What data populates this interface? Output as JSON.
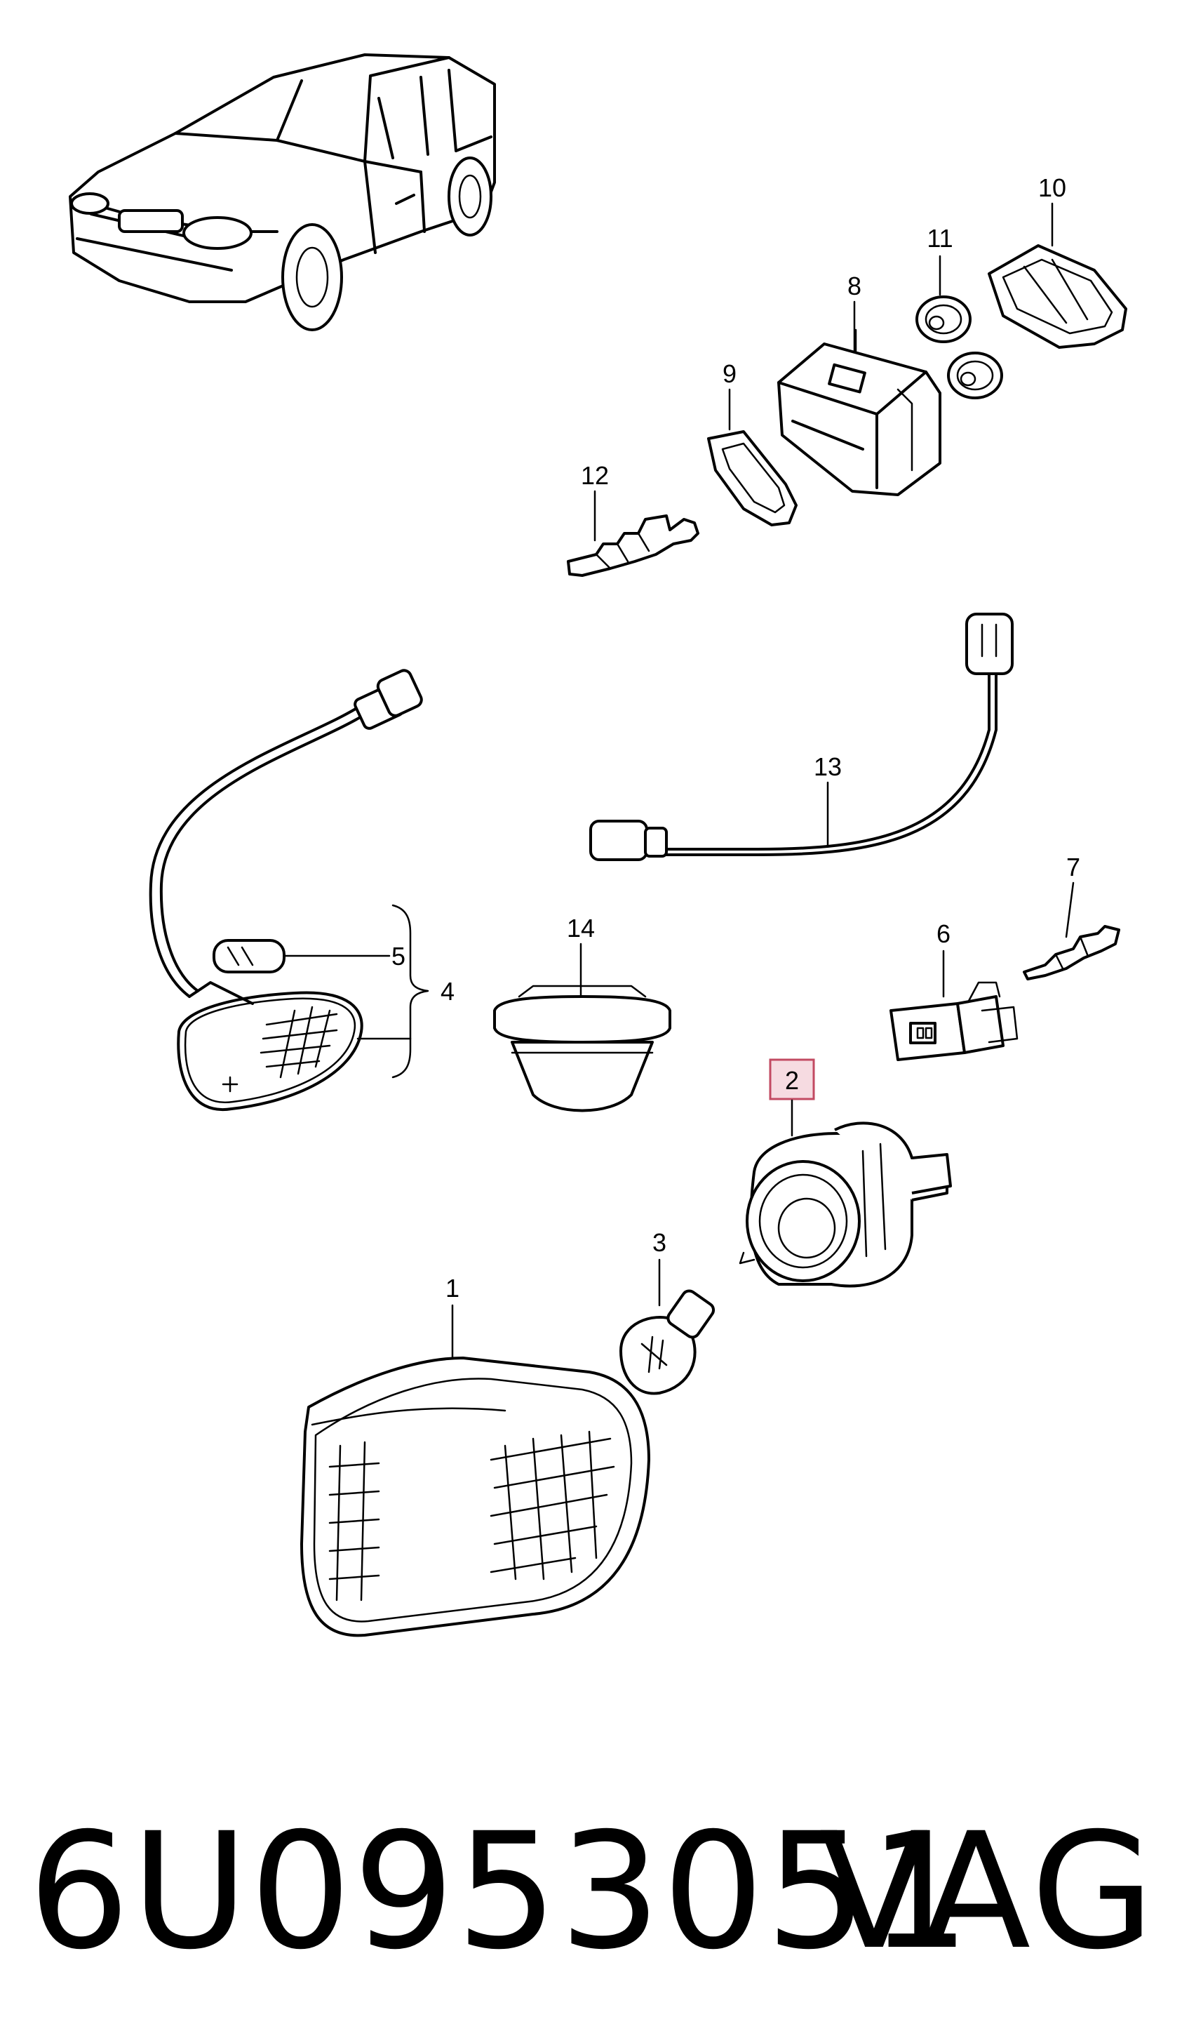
{
  "callouts": {
    "c1": "1",
    "c2": "2",
    "c3": "3",
    "c4": "4",
    "c5": "5",
    "c6": "6",
    "c7": "7",
    "c8": "8",
    "c9": "9",
    "c10": "10",
    "c11": "11",
    "c12": "12",
    "c13": "13",
    "c14": "14"
  },
  "highlighted_callout": "2",
  "highlight_color": "#f6dbe1",
  "highlight_border_color": "#c24a62",
  "footer": {
    "part_number": "6U0953051",
    "brand": "VAG"
  }
}
